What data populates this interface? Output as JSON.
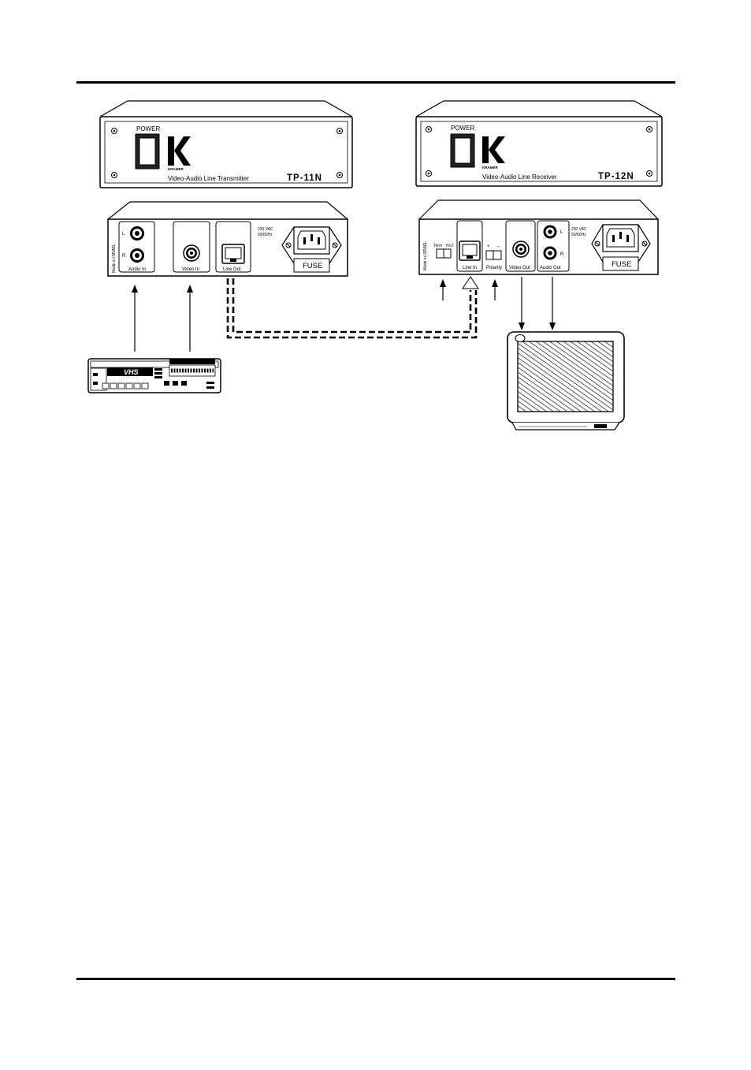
{
  "transmitter": {
    "front": {
      "power_label": "POWER",
      "brand": "KRAMER",
      "description": "Video-Audio Line Transmitter",
      "model": "TP-11N"
    },
    "rear": {
      "made_in": "Made in ISRAEL",
      "audio_left": "L",
      "audio_right": "R",
      "audio_in": "Audio In",
      "video_in": "Video In",
      "line_out": "Line Out",
      "voltage": "230 VAC",
      "frequency": "50/60Hz",
      "fuse": "FUSE"
    }
  },
  "receiver": {
    "front": {
      "power_label": "POWER",
      "brand": "KRAMER",
      "description": "Video-Audio Line Receiver",
      "model": "TP-12N"
    },
    "rear": {
      "made_in": "Made in ISRAEL",
      "term": "Term",
      "hiz": "Hi-Z",
      "line_in": "Line In",
      "polarity": "Polarity",
      "polarity_plus": "+",
      "polarity_minus": "–",
      "video_out": "Video Out",
      "audio_out": "Audio Out",
      "audio_left": "L",
      "audio_right": "R",
      "voltage": "230 VAC",
      "frequency": "50/60Hz",
      "fuse": "FUSE"
    }
  },
  "vcr": {
    "tape_label": "VHS"
  }
}
